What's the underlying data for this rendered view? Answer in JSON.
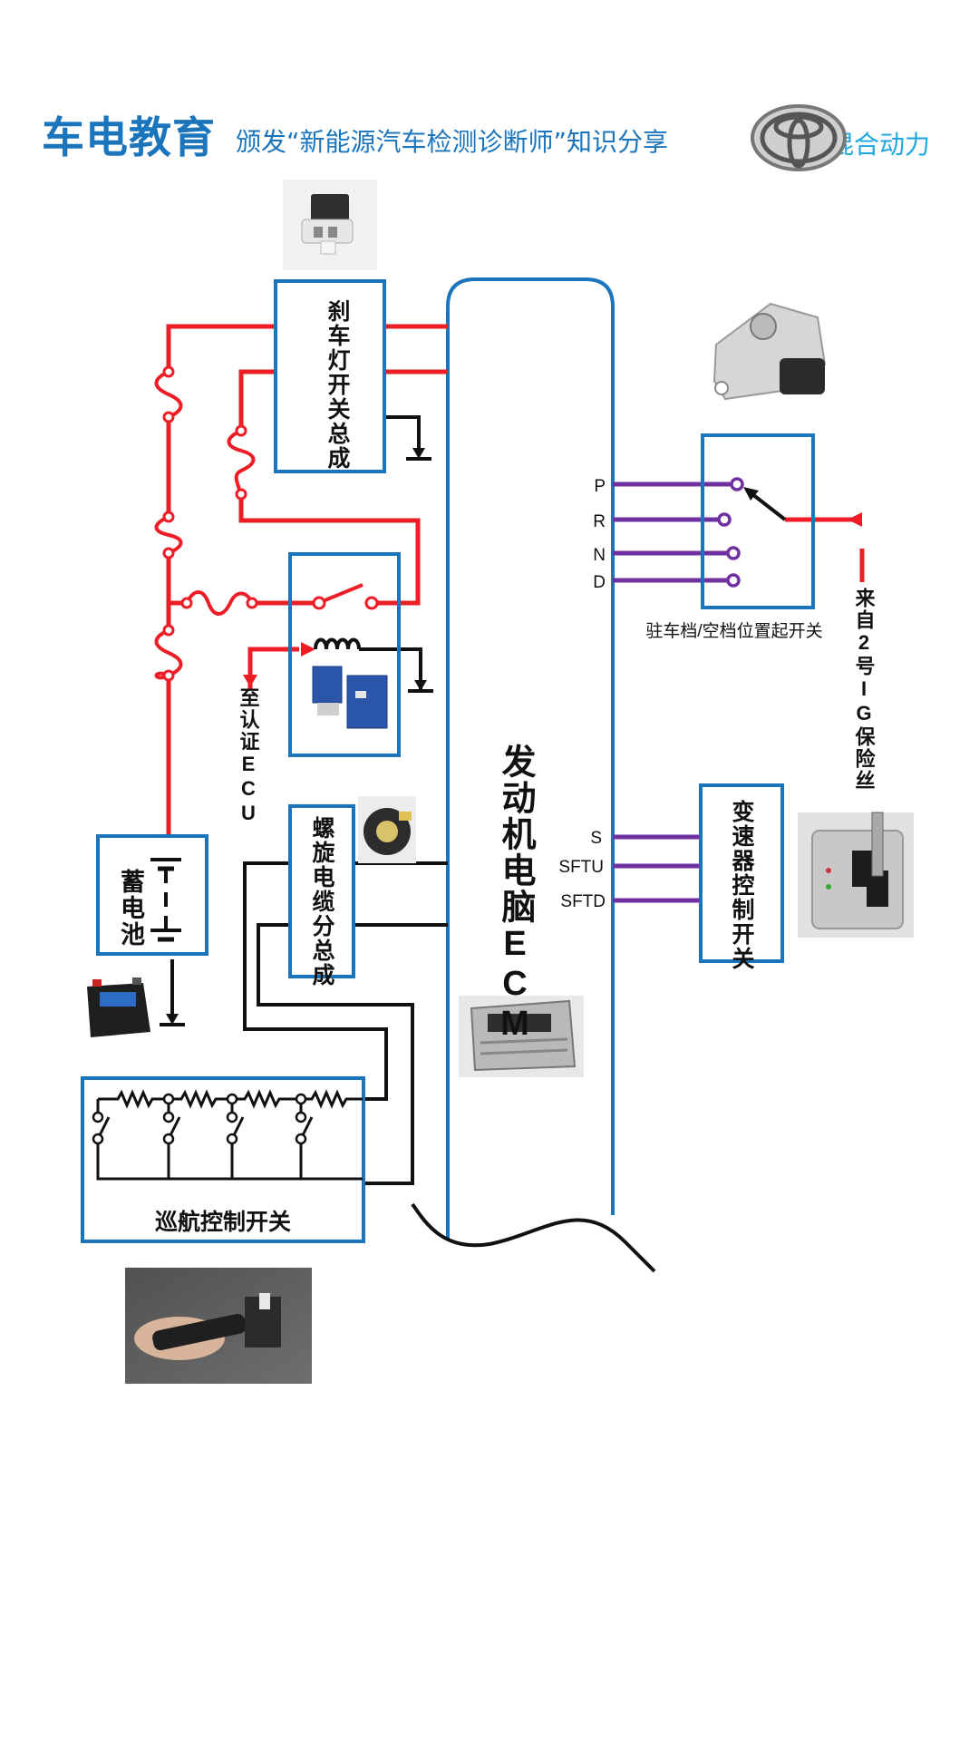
{
  "header": {
    "brand": "车电教育",
    "subtitle": "颁发“新能源汽车检测诊断师”知识分享",
    "hybrid": "混合动力"
  },
  "components": {
    "brake_switch": "刹车灯开关总成",
    "ecm": "发动机电脑ECM",
    "to_auth_ecu": "至认证ECU",
    "battery": "蓄电池",
    "spiral_cable": "螺旋电缆分总成",
    "cruise_switch": "巡航控制开关",
    "park_neutral_switch": "驻车档/空档位置起开关",
    "from_ig_fuse": "来自2号IG保险丝",
    "shift_switch": "变速器控制开关"
  },
  "pins": {
    "p": "P",
    "r": "R",
    "n": "N",
    "d": "D",
    "s": "S",
    "sftu": "SFTU",
    "sftd": "SFTD"
  },
  "colors": {
    "brand_blue": "#1b75bc",
    "box_blue": "#1b75bc",
    "power_red": "#ee1c25",
    "signal_purple": "#7030a0",
    "ground_black": "#111111"
  }
}
